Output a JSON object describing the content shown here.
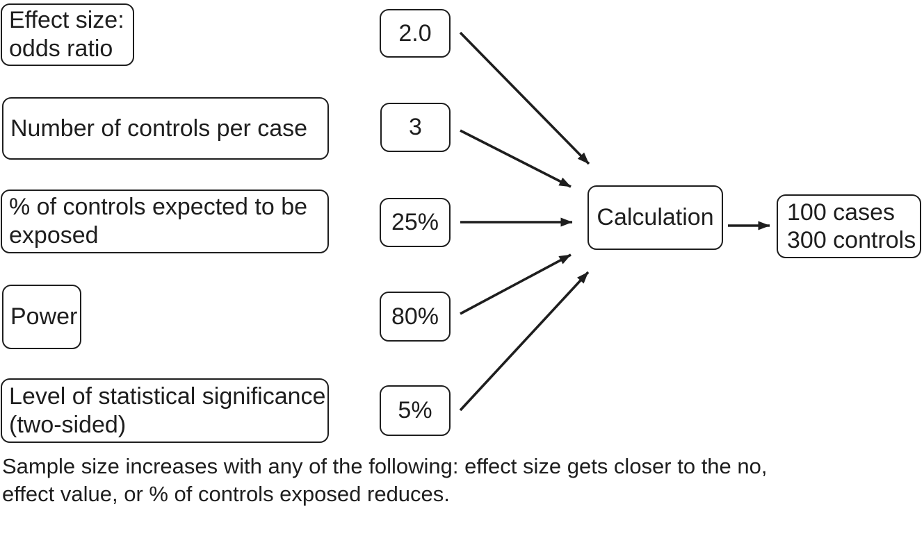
{
  "diagram": {
    "inputs": [
      {
        "label": "Effect size:\nodds ratio",
        "value": "2.0"
      },
      {
        "label": "Number of controls per case",
        "value": "3"
      },
      {
        "label": "% of controls expected to be\nexposed",
        "value": "25%"
      },
      {
        "label": "Power",
        "value": "80%"
      },
      {
        "label": "Level of statistical significance\n(two-sided)",
        "value": "5%"
      }
    ],
    "process_label": "Calculation",
    "result": "100 cases\n300 controls",
    "caption": "Sample size increases with any of the following: effect size gets closer to the no,\neffect value, or % of controls exposed reduces.",
    "colors": {
      "ink": "#1e1e1e",
      "background": "#ffffff"
    }
  }
}
